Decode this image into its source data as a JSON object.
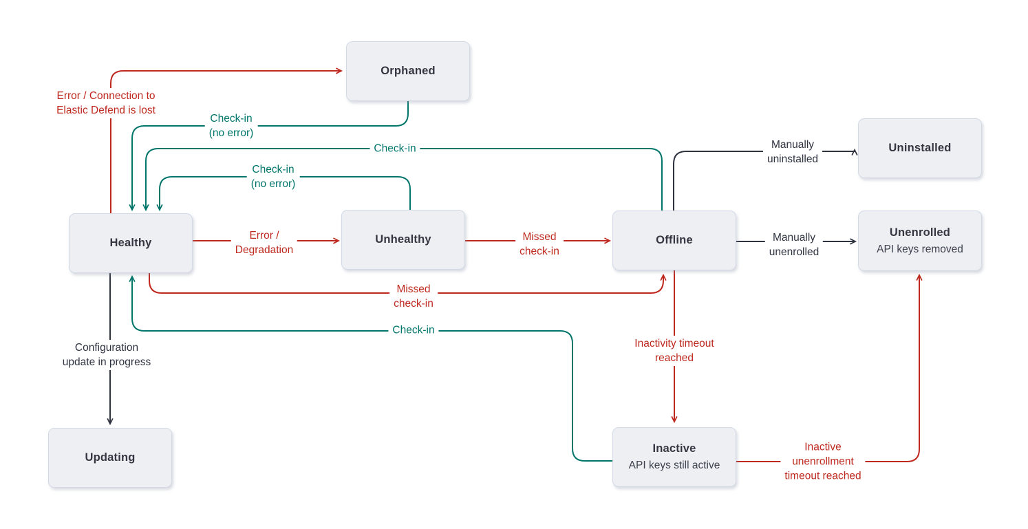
{
  "colors": {
    "red": "#BE281E",
    "teal": "#00766B",
    "dark": "#2F3340",
    "node_fill": "#EDEFF2",
    "node_border": "#D3DAE6",
    "node_text": "#343741"
  },
  "nodes": {
    "orphaned": {
      "label": "Orphaned"
    },
    "uninstalled": {
      "label": "Uninstalled"
    },
    "healthy": {
      "label": "Healthy"
    },
    "unhealthy": {
      "label": "Unhealthy"
    },
    "offline": {
      "label": "Offline"
    },
    "unenrolled": {
      "label": "Unenrolled",
      "subtitle": "API keys removed"
    },
    "updating": {
      "label": "Updating"
    },
    "inactive": {
      "label": "Inactive",
      "subtitle": "API keys still active"
    }
  },
  "edges": {
    "healthy_to_orphaned": {
      "line1": "Error / Connection to",
      "line2": "Elastic Defend is lost",
      "color": "red"
    },
    "orphaned_to_healthy": {
      "line1": "Check-in",
      "line2": "(no error)",
      "color": "teal"
    },
    "offline_to_healthy": {
      "line1": "Check-in",
      "color": "teal"
    },
    "unhealthy_to_healthy": {
      "line1": "Check-in",
      "line2": "(no error)",
      "color": "teal"
    },
    "healthy_to_unhealthy": {
      "line1": "Error /",
      "line2": "Degradation",
      "color": "red"
    },
    "unhealthy_to_offline": {
      "line1": "Missed",
      "line2": "check-in",
      "color": "red"
    },
    "offline_to_uninstalled": {
      "line1": "Manually",
      "line2": "uninstalled",
      "color": "dark"
    },
    "offline_to_unenrolled": {
      "line1": "Manually",
      "line2": "unenrolled",
      "color": "dark"
    },
    "healthy_to_offline": {
      "line1": "Missed",
      "line2": "check-in",
      "color": "red"
    },
    "inactive_to_healthy": {
      "line1": "Check-in",
      "color": "teal"
    },
    "healthy_to_updating": {
      "line1": "Configuration",
      "line2": "update in progress",
      "color": "dark"
    },
    "offline_to_inactive": {
      "line1": "Inactivity timeout",
      "line2": "reached",
      "color": "red"
    },
    "inactive_to_unenrolled": {
      "line1": "Inactive",
      "line2": "unenrollment",
      "line3": "timeout reached",
      "color": "red"
    }
  }
}
